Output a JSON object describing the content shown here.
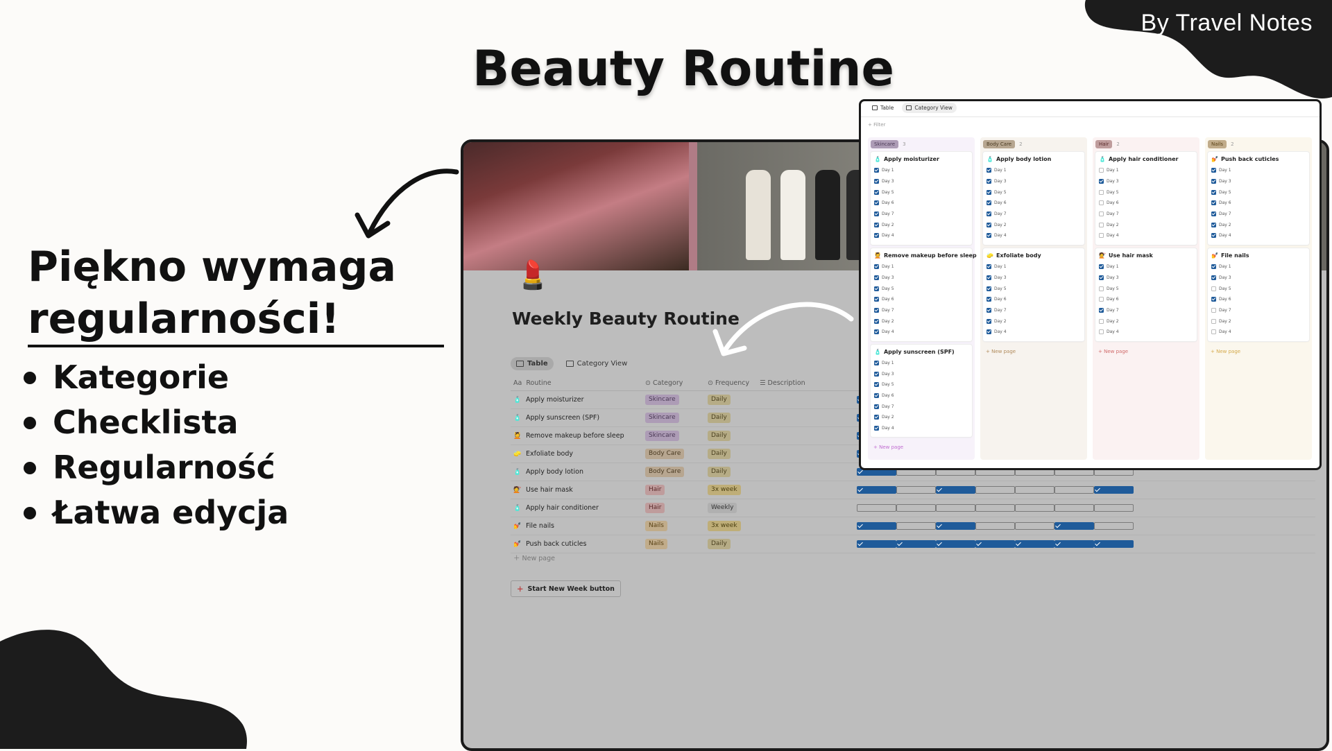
{
  "brand": "By Travel Notes",
  "title": "Beauty Routine",
  "headline_line1": "Piękno wymaga",
  "headline_line2": "regularności!",
  "features": [
    "Kategorie",
    "Checklista",
    "Regularność",
    "Łatwa edycja"
  ],
  "colors": {
    "background": "#fcfbf9",
    "blob": "#1c1c1c",
    "checkbox": "#1f5b9a"
  },
  "table_view": {
    "page_icon": "💄",
    "page_title": "Weekly Beauty Routine",
    "tabs": [
      "Table",
      "Category View"
    ],
    "columns": {
      "routine": "Routine",
      "category": "Category",
      "frequency": "Frequency",
      "description": "Description"
    },
    "rows": [
      {
        "icon": "🧴",
        "name": "Apply moisturizer",
        "category": "Skincare",
        "cat_class": "Skincare",
        "frequency": "Daily",
        "freq_class": "Daily",
        "days": [
          1,
          0,
          0,
          0,
          0,
          0,
          0
        ]
      },
      {
        "icon": "🧴",
        "name": "Apply sunscreen (SPF)",
        "category": "Skincare",
        "cat_class": "Skincare",
        "frequency": "Daily",
        "freq_class": "Daily",
        "days": [
          1,
          0,
          0,
          0,
          0,
          0,
          0
        ]
      },
      {
        "icon": "💆",
        "name": "Remove makeup before sleep",
        "category": "Skincare",
        "cat_class": "Skincare",
        "frequency": "Daily",
        "freq_class": "Daily",
        "days": [
          1,
          0,
          0,
          0,
          0,
          0,
          0
        ]
      },
      {
        "icon": "🧽",
        "name": "Exfoliate body",
        "category": "Body Care",
        "cat_class": "BodyCare",
        "frequency": "Daily",
        "freq_class": "Daily",
        "days": [
          1,
          0,
          0,
          0,
          0,
          0,
          0
        ]
      },
      {
        "icon": "🧴",
        "name": "Apply body lotion",
        "category": "Body Care",
        "cat_class": "BodyCare",
        "frequency": "Daily",
        "freq_class": "Daily",
        "days": [
          1,
          0,
          0,
          0,
          0,
          0,
          0
        ]
      },
      {
        "icon": "💇",
        "name": "Use hair mask",
        "category": "Hair",
        "cat_class": "Hair",
        "frequency": "3x week",
        "freq_class": "3xweek",
        "days": [
          1,
          0,
          1,
          0,
          0,
          0,
          1
        ]
      },
      {
        "icon": "🧴",
        "name": "Apply hair conditioner",
        "category": "Hair",
        "cat_class": "Hair",
        "frequency": "Weekly",
        "freq_class": "Weekly",
        "days": [
          0,
          0,
          0,
          0,
          0,
          0,
          0
        ]
      },
      {
        "icon": "💅",
        "name": "File nails",
        "category": "Nails",
        "cat_class": "Nails",
        "frequency": "3x week",
        "freq_class": "3xweek",
        "days": [
          1,
          0,
          1,
          0,
          0,
          1,
          0
        ]
      },
      {
        "icon": "💅",
        "name": "Push back cuticles",
        "category": "Nails",
        "cat_class": "Nails",
        "frequency": "Daily",
        "freq_class": "Daily",
        "days": [
          1,
          1,
          1,
          1,
          1,
          1,
          1
        ]
      }
    ],
    "new_page": "New page",
    "start_button": "Start New Week button"
  },
  "board_view": {
    "tabs": [
      "Table",
      "Category View"
    ],
    "filter": "Filter",
    "new_page": "New page",
    "columns": [
      {
        "name": "Skincare",
        "cls": "Skincare",
        "count": "3",
        "accent": "#c06cd0",
        "cards": [
          {
            "icon": "🧴",
            "title": "Apply moisturizer",
            "days": [
              "Day 1",
              "Day 3",
              "Day 5",
              "Day 6",
              "Day 7",
              "Day 2",
              "Day 4"
            ],
            "checks": [
              1,
              1,
              1,
              1,
              1,
              1,
              1
            ]
          },
          {
            "icon": "💆",
            "title": "Remove makeup before sleep",
            "days": [
              "Day 1",
              "Day 3",
              "Day 5",
              "Day 6",
              "Day 7",
              "Day 2",
              "Day 4"
            ],
            "checks": [
              1,
              1,
              1,
              1,
              1,
              1,
              1
            ]
          },
          {
            "icon": "🧴",
            "title": "Apply sunscreen (SPF)",
            "days": [
              "Day 1",
              "Day 3",
              "Day 5",
              "Day 6",
              "Day 7",
              "Day 2",
              "Day 4"
            ],
            "checks": [
              1,
              1,
              1,
              1,
              1,
              1,
              1
            ]
          }
        ]
      },
      {
        "name": "Body Care",
        "cls": "BodyCare",
        "count": "2",
        "accent": "#b08a5a",
        "cards": [
          {
            "icon": "🧴",
            "title": "Apply body lotion",
            "days": [
              "Day 1",
              "Day 3",
              "Day 5",
              "Day 6",
              "Day 7",
              "Day 2",
              "Day 4"
            ],
            "checks": [
              1,
              1,
              1,
              1,
              1,
              1,
              1
            ]
          },
          {
            "icon": "🧽",
            "title": "Exfoliate body",
            "days": [
              "Day 1",
              "Day 3",
              "Day 5",
              "Day 6",
              "Day 7",
              "Day 2",
              "Day 4"
            ],
            "checks": [
              1,
              1,
              1,
              1,
              1,
              1,
              1
            ]
          }
        ]
      },
      {
        "name": "Hair",
        "cls": "Hair",
        "count": "2",
        "accent": "#d06a6a",
        "cards": [
          {
            "icon": "🧴",
            "title": "Apply hair conditioner",
            "days": [
              "Day 1",
              "Day 3",
              "Day 5",
              "Day 6",
              "Day 7",
              "Day 2",
              "Day 4"
            ],
            "checks": [
              0,
              1,
              0,
              0,
              0,
              0,
              0
            ]
          },
          {
            "icon": "💇",
            "title": "Use hair mask",
            "days": [
              "Day 1",
              "Day 3",
              "Day 5",
              "Day 6",
              "Day 7",
              "Day 2",
              "Day 4"
            ],
            "checks": [
              1,
              1,
              0,
              0,
              1,
              0,
              0
            ]
          }
        ]
      },
      {
        "name": "Nails",
        "cls": "Nails",
        "count": "2",
        "accent": "#d4a94a",
        "cards": [
          {
            "icon": "💅",
            "title": "Push back cuticles",
            "days": [
              "Day 1",
              "Day 3",
              "Day 5",
              "Day 6",
              "Day 7",
              "Day 2",
              "Day 4"
            ],
            "checks": [
              1,
              1,
              1,
              1,
              1,
              1,
              1
            ]
          },
          {
            "icon": "💅",
            "title": "File nails",
            "days": [
              "Day 1",
              "Day 3",
              "Day 5",
              "Day 6",
              "Day 7",
              "Day 2",
              "Day 4"
            ],
            "checks": [
              1,
              1,
              0,
              1,
              0,
              0,
              0
            ]
          }
        ]
      }
    ]
  }
}
